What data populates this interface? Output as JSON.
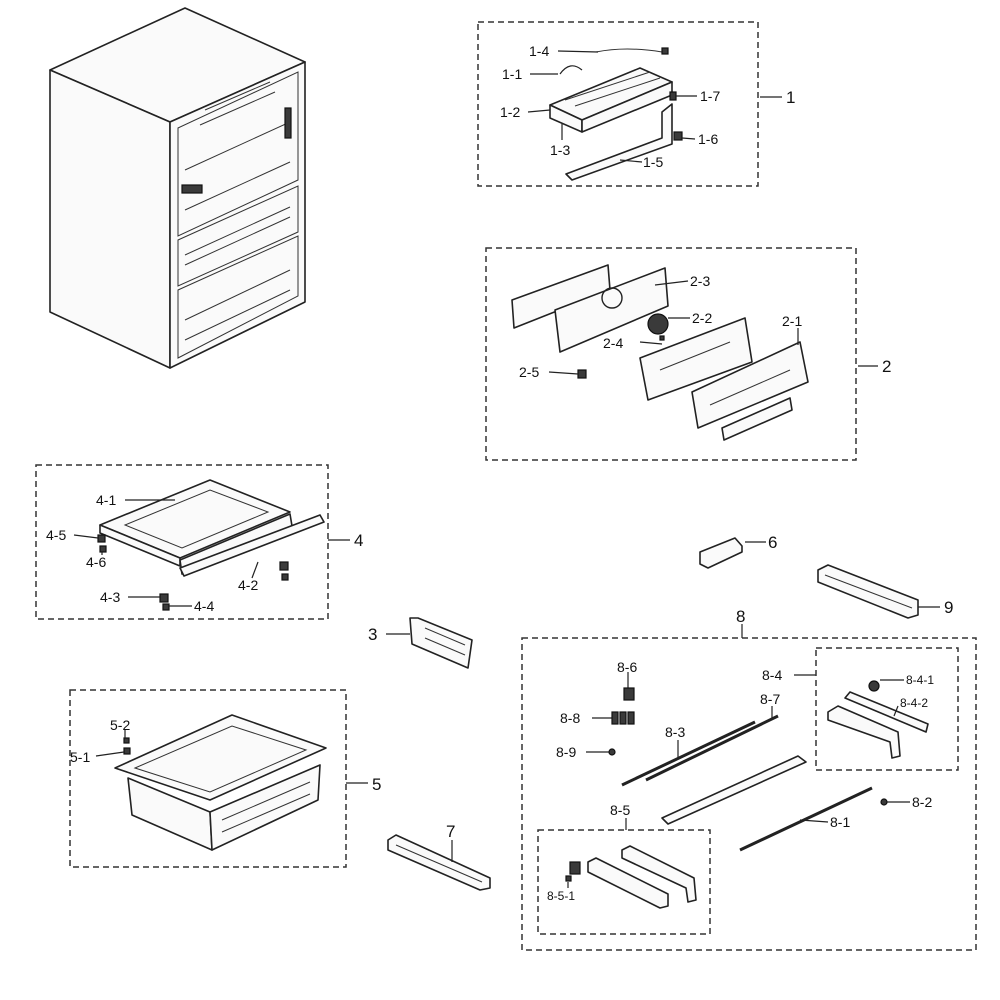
{
  "labels": {
    "g1": "1",
    "l1_1": "1-1",
    "l1_2": "1-2",
    "l1_3": "1-3",
    "l1_4": "1-4",
    "l1_5": "1-5",
    "l1_6": "1-6",
    "l1_7": "1-7",
    "g2": "2",
    "l2_1": "2-1",
    "l2_2": "2-2",
    "l2_3": "2-3",
    "l2_4": "2-4",
    "l2_5": "2-5",
    "g3": "3",
    "g4": "4",
    "l4_1": "4-1",
    "l4_2": "4-2",
    "l4_3": "4-3",
    "l4_4": "4-4",
    "l4_5": "4-5",
    "l4_6": "4-6",
    "g5": "5",
    "l5_1": "5-1",
    "l5_2": "5-2",
    "g6": "6",
    "g7": "7",
    "g8": "8",
    "l8_1": "8-1",
    "l8_2": "8-2",
    "l8_3": "8-3",
    "l8_4": "8-4",
    "l8_4_1": "8-4-1",
    "l8_4_2": "8-4-2",
    "l8_5": "8-5",
    "l8_5_1": "8-5-1",
    "l8_6": "8-6",
    "l8_7": "8-7",
    "l8_8": "8-8",
    "l8_9": "8-9",
    "g9": "9"
  }
}
